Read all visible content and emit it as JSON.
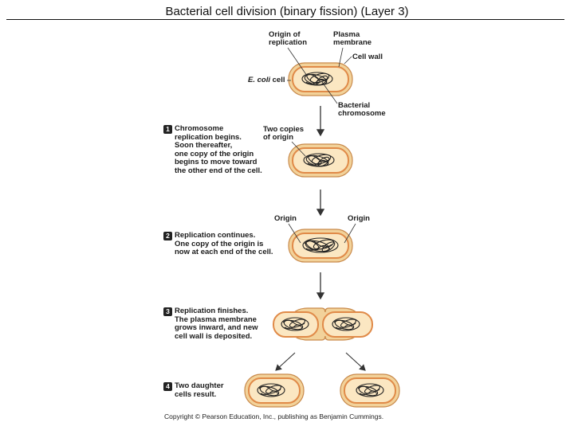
{
  "title": "Bacterial cell division (binary fission) (Layer 3)",
  "labels": {
    "origin_of_replication": "Origin of\nreplication",
    "plasma_membrane": "Plasma\nmembrane",
    "cell_wall": "Cell wall",
    "ecoli_cell_italic": "E. coli",
    "ecoli_cell_rest": " cell",
    "bacterial_chromosome": "Bacterial\nchromosome",
    "two_copies_of_origin": "Two copies\nof origin",
    "origin_left": "Origin",
    "origin_right": "Origin"
  },
  "steps": [
    {
      "number": "1",
      "text": "Chromosome\nreplication begins.\nSoon thereafter,\none copy of the origin\nbegins to move toward\nthe other end of the cell."
    },
    {
      "number": "2",
      "text": "Replication continues.\nOne copy of the origin is\nnow at each end of the cell."
    },
    {
      "number": "3",
      "text": "Replication finishes.\nThe plasma membrane\ngrows inward, and new\ncell wall is deposited."
    },
    {
      "number": "4",
      "text": "Two daughter\ncells result."
    }
  ],
  "colors": {
    "cell_wall": "#f2d29a",
    "membrane": "#e8a36a",
    "cytoplasm": "#fbe7c2",
    "chromosome": "#222222"
  },
  "copyright": "Copyright © Pearson Education, Inc., publishing as Benjamin Cummings."
}
